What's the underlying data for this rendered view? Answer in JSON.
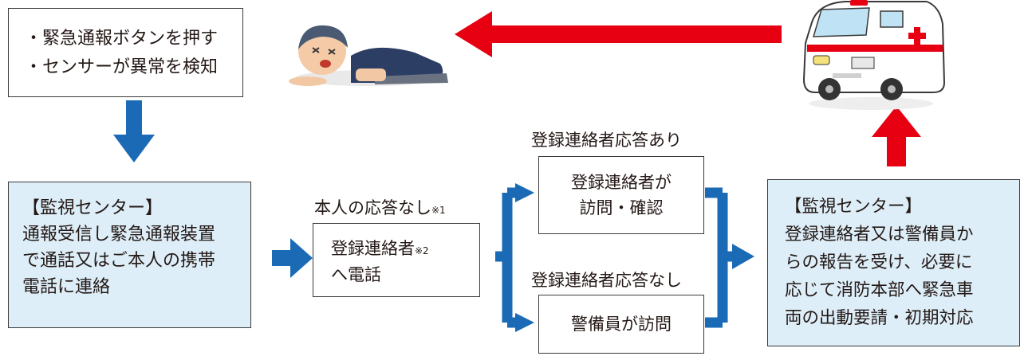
{
  "trigger": {
    "line1": "・緊急通報ボタンを押す",
    "line2": "・センサーが異常を検知"
  },
  "monitor1": {
    "title": "【監視センター】",
    "lines": [
      "通報受信し緊急通報装置",
      "で通話又はご本人の携帯",
      "電話に連絡"
    ]
  },
  "no_answer": {
    "label": "本人の応答なし",
    "note": "※1"
  },
  "call_box": {
    "line1": "登録連絡者",
    "note": "※2",
    "line2": "へ電話"
  },
  "branch_yes": {
    "label": "登録連絡者応答あり",
    "box_lines": [
      "登録連絡者が",
      "訪問・確認"
    ]
  },
  "branch_no": {
    "label": "登録連絡者応答なし",
    "box_text": "警備員が訪問"
  },
  "monitor2": {
    "title": "【監視センター】",
    "lines": [
      "登録連絡者又は警備員か",
      "らの報告を受け、必要に",
      "応じて消防本部へ緊急車",
      "両の出動要請・初期対応"
    ]
  },
  "icons": {
    "person": "collapsed-person-icon",
    "ambulance": "ambulance-icon"
  },
  "colors": {
    "flow_blue": "#1a6ab5",
    "alert_red": "#e60012",
    "box_fill": "#ddeef8",
    "border": "#3a3a3a"
  }
}
